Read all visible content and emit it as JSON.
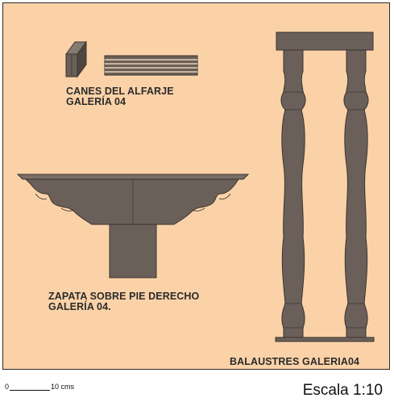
{
  "labels": {
    "canes_line1": "CANES DEL ALFARJE",
    "canes_line2": "GALERÍA 04",
    "zapata_line1": "ZAPATA SOBRE PIE DERECHO",
    "zapata_line2": "GALERÍA 04.",
    "balaustres": "BALAUSTRES GALERIA04"
  },
  "scale_bar": {
    "zero_label": "0",
    "ten_label": "10 cms"
  },
  "scale_text": "Escala 1:10",
  "colors": {
    "background": "#fbd2a8",
    "wood": "#6b6059",
    "wood_outline": "#3a3430",
    "text": "#2b2b2b"
  }
}
